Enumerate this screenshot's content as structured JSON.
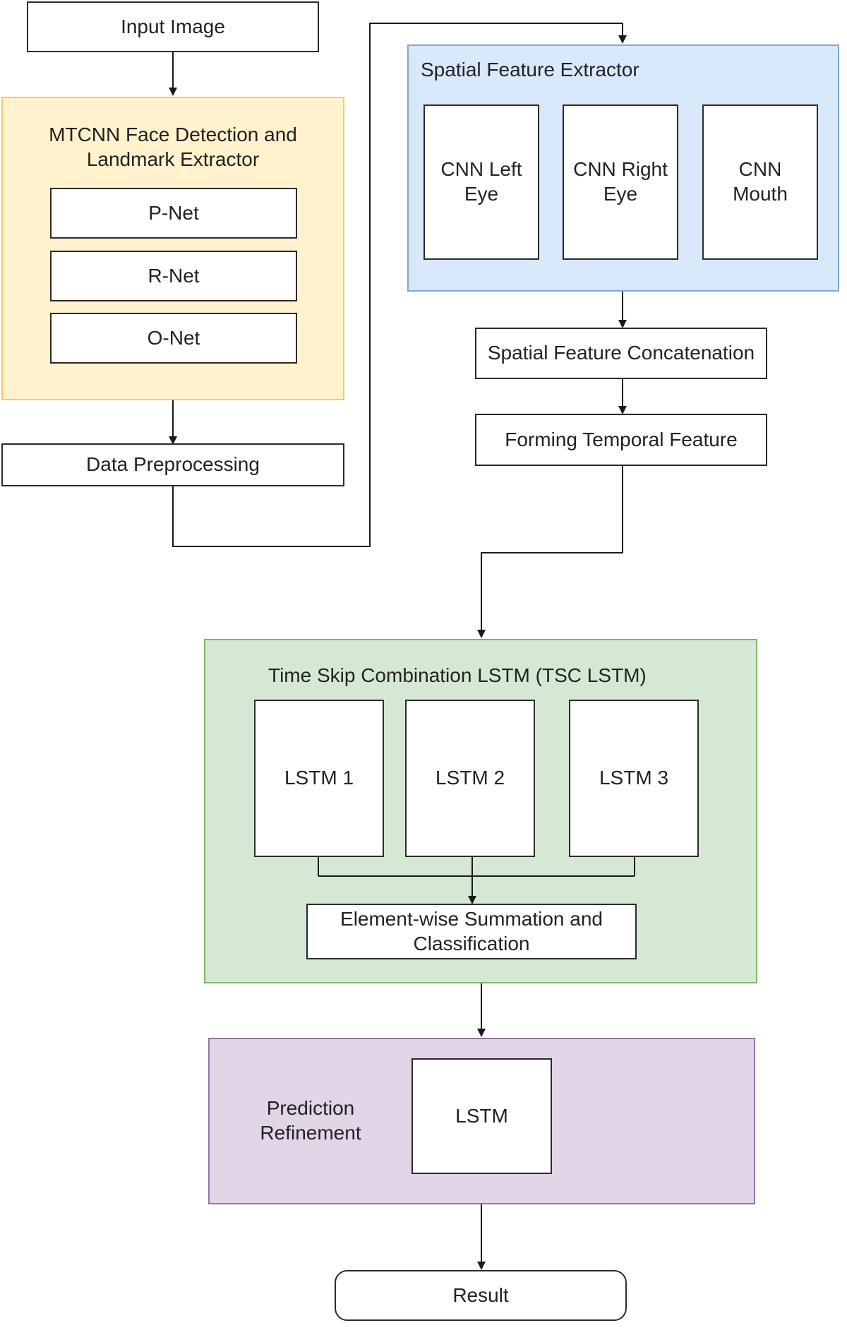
{
  "nodes": {
    "input_image": "Input Image",
    "mtcnn_title": "MTCNN Face Detection and Landmark Extractor",
    "p_net": "P-Net",
    "r_net": "R-Net",
    "o_net": "O-Net",
    "data_preprocessing": "Data Preprocessing",
    "spatial_title": "Spatial Feature Extractor",
    "cnn_left_eye": "CNN Left Eye",
    "cnn_right_eye": "CNN Right Eye",
    "cnn_mouth": "CNN Mouth",
    "spatial_concat": "Spatial Feature Concatenation",
    "temporal_feature": "Forming Temporal Feature",
    "tsc_title": "Time Skip Combination LSTM (TSC LSTM)",
    "lstm1": "LSTM 1",
    "lstm2": "LSTM 2",
    "lstm3": "LSTM 3",
    "summation": "Element-wise Summation and Classification",
    "refine_title": "Prediction Refinement",
    "refine_lstm": "LSTM",
    "result": "Result"
  },
  "colors": {
    "mtcnn_fill": "#fff2cc",
    "spatial_fill": "#dae8fc",
    "tsc_fill": "#d5e8d4",
    "refine_fill": "#e1d5e7",
    "line": "#1a1a1a"
  }
}
